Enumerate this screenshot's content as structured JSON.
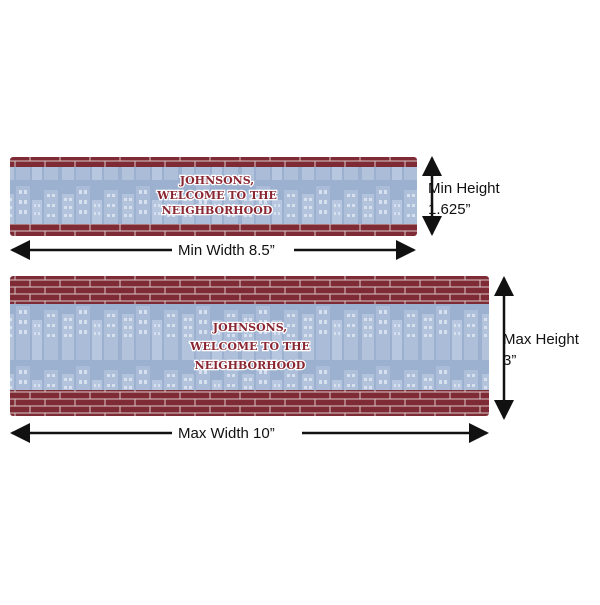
{
  "colors": {
    "brick": "#7e2b35",
    "mortar": "#d9c8c8",
    "city_blue": "#9cb0cf",
    "building": "#b7c7df",
    "text_red": "#8a2632",
    "arrow": "#111111"
  },
  "small_mat": {
    "line1": "JOHNSONS,",
    "line2": "WELCOME TO THE",
    "line3": "NEIGHBORHOOD",
    "height_label_line1": "Min Height",
    "height_label_line2": "1.625”",
    "width_label": "Min Width 8.5”"
  },
  "large_mat": {
    "line1": "JOHNSONS,",
    "line2": "WELCOME TO THE",
    "line3": "NEIGHBORHOOD",
    "height_label_line1": "Max Height",
    "height_label_line2": "3”",
    "width_label": "Max Width 10”"
  }
}
